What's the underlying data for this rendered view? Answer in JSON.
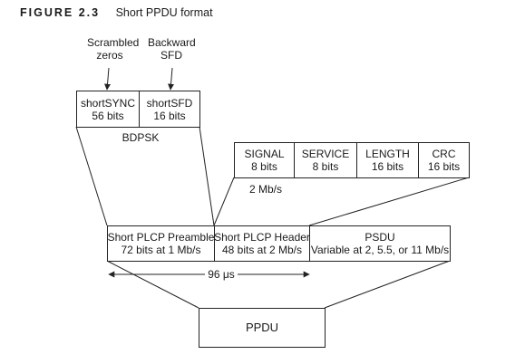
{
  "figure": {
    "label": "FIGURE 2.3",
    "caption": "Short PPDU format"
  },
  "annotations": {
    "scrambled": [
      "Scrambled",
      "zeros"
    ],
    "backward": [
      "Backward",
      "SFD"
    ],
    "modulation_top": "BDPSK",
    "rate_header": "2 Mb/s",
    "duration": "96 μs"
  },
  "sync_fields": [
    {
      "name": "shortSYNC",
      "size": "56 bits"
    },
    {
      "name": "shortSFD",
      "size": "16 bits"
    }
  ],
  "header_fields": [
    {
      "name": "SIGNAL",
      "size": "8 bits"
    },
    {
      "name": "SERVICE",
      "size": "8 bits"
    },
    {
      "name": "LENGTH",
      "size": "16 bits"
    },
    {
      "name": "CRC",
      "size": "16 bits"
    }
  ],
  "frame_fields": [
    {
      "name": "Short PLCP Preamble",
      "detail": "72 bits at 1 Mb/s"
    },
    {
      "name": "Short PLCP Header",
      "detail": "48 bits at 2 Mb/s"
    },
    {
      "name": "PSDU",
      "detail": "Variable at 2, 5.5, or 11 Mb/s"
    }
  ],
  "bottom_box": {
    "label": "PPDU"
  }
}
